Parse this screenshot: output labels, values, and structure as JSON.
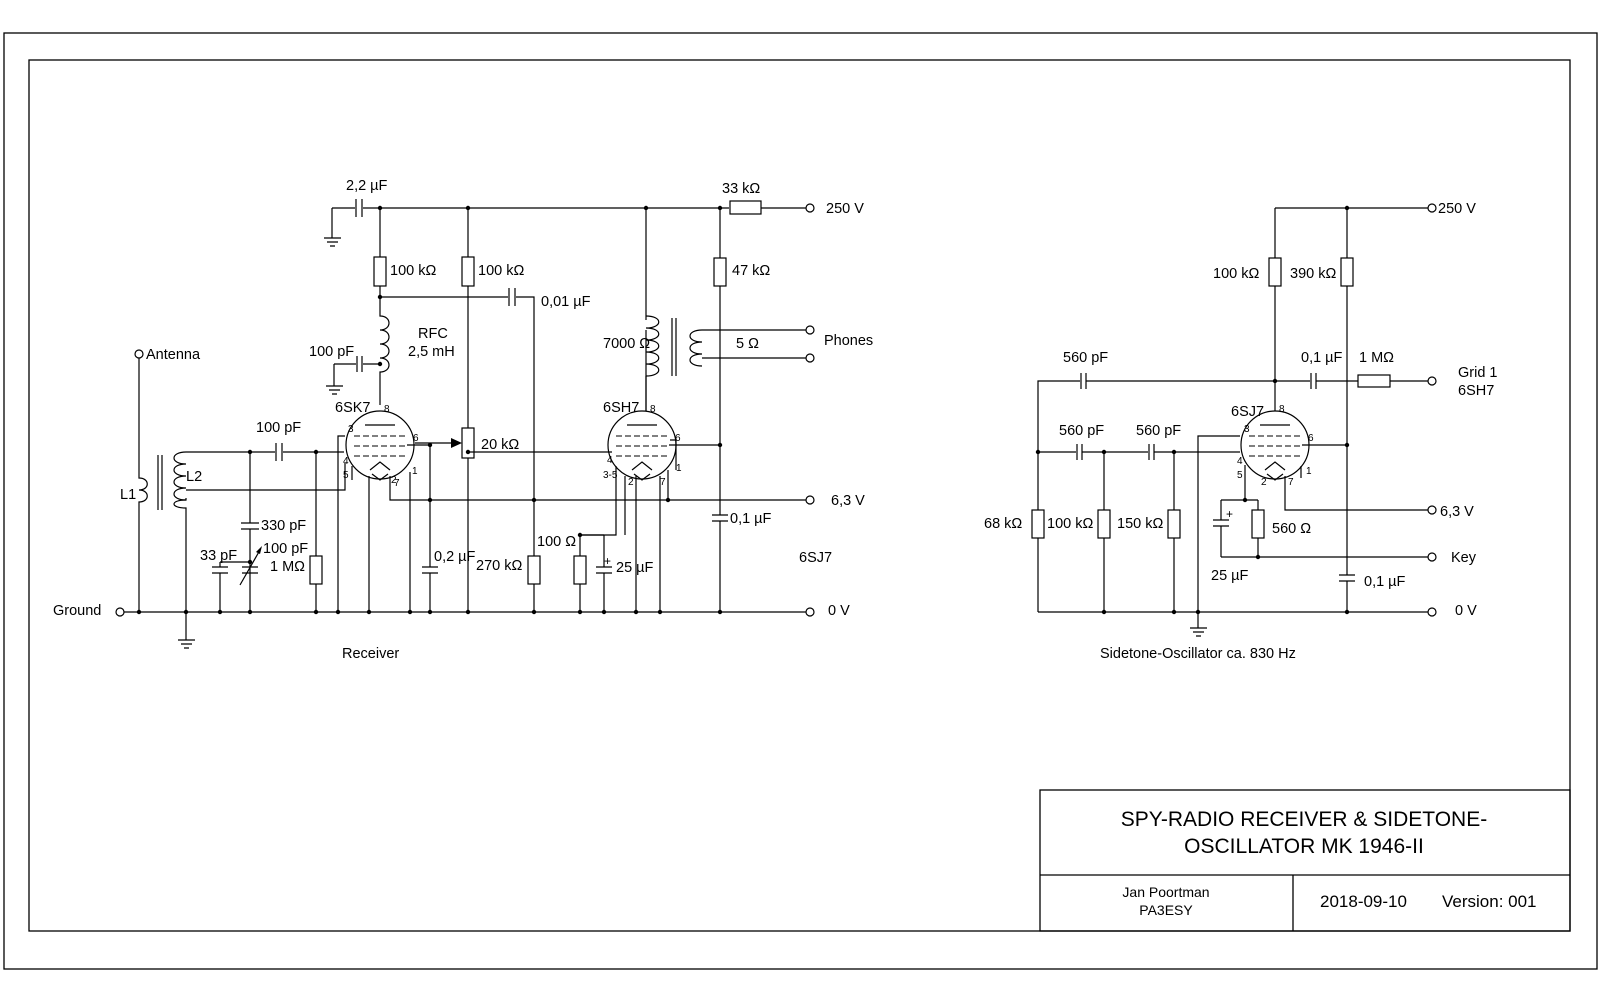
{
  "labels": {
    "c_22uf": "2,2 µF",
    "r_33k": "33 kΩ",
    "v250_rx": "250 V",
    "r_100k_a": "100 kΩ",
    "r_100k_b": "100 kΩ",
    "c_001uf": "0,01 µF",
    "r_47k": "47 kΩ",
    "rfc": "RFC",
    "rfc_val": "2,5 mH",
    "antenna": "Antenna",
    "c_100pf_a": "100 pF",
    "tube_6sk7": "6SK7",
    "c_100pf_b": "100 pF",
    "l2": "L2",
    "l1": "L1",
    "r_20k": "20 kΩ",
    "xfmr_7000": "7000 Ω",
    "xfmr_5": "5 Ω",
    "phones": "Phones",
    "tube_6sh7": "6SH7",
    "v63_rx": "6,3 V",
    "c_01uf_rx": "0,1 µF",
    "c_330pf": "330 pF",
    "c_33pf": "33 pF",
    "c_100pf_var": "100 pF",
    "r_1m_rx": "1 MΩ",
    "c_02uf": "0,2 µF",
    "r_270k": "270 kΩ",
    "r_100": "100 Ω",
    "c_25uf_rx": "25 µF",
    "tube_6sj7_note": "6SJ7",
    "ground": "Ground",
    "v0_rx": "0 V",
    "receiver_caption": "Receiver",
    "v250_osc": "250 V",
    "r_100k_osc": "100 kΩ",
    "r_390k": "390 kΩ",
    "c_560pf_a": "560 pF",
    "c_01uf_osc": "0,1 µF",
    "r_1m_osc": "1 MΩ",
    "grid1": "Grid 1",
    "grid1_tube": "6SH7",
    "c_560pf_b": "560 pF",
    "c_560pf_c": "560 pF",
    "tube_6sj7": "6SJ7",
    "r_68k": "68 kΩ",
    "r_100k_osc2": "100 kΩ",
    "r_150k": "150 kΩ",
    "r_560": "560 Ω",
    "v63_osc": "6,3 V",
    "key": "Key",
    "c_25uf_osc": "25 µF",
    "c_01uf_osc2": "0,1 µF",
    "v0_osc": "0 V",
    "osc_caption": "Sidetone-Oscillator ca. 830 Hz"
  },
  "title_block": {
    "title_line1": "SPY-RADIO  RECEIVER & SIDETONE-",
    "title_line2": "OSCILLATOR     MK 1946-II",
    "author": "Jan Poortman",
    "callsign": "PA3ESY",
    "date": "2018-09-10",
    "version": "Version: 001"
  }
}
